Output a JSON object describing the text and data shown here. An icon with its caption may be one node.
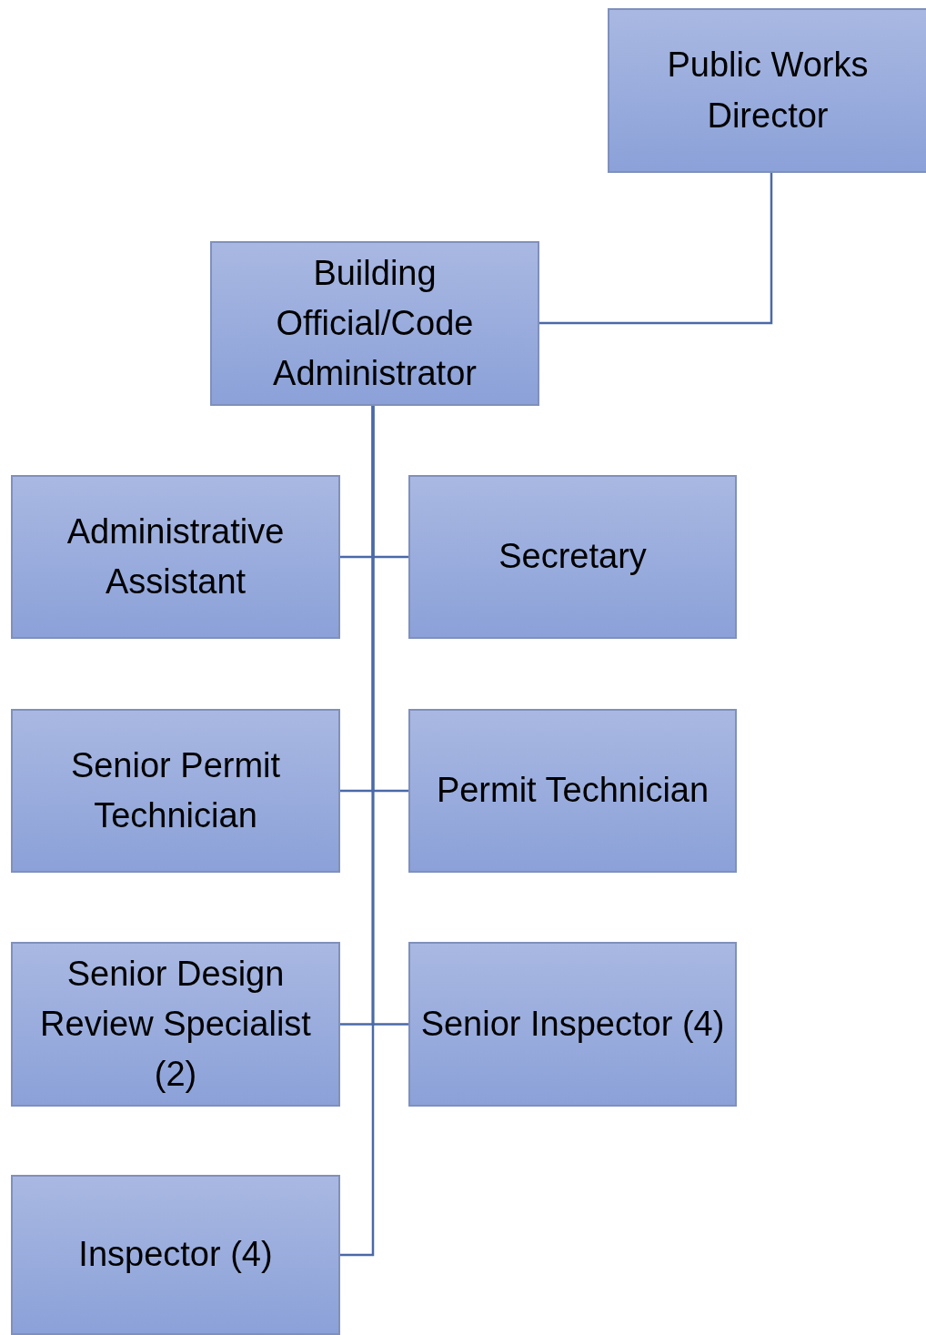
{
  "diagram": {
    "nodes": [
      {
        "text": [
          "Public Works Director"
        ]
      },
      {
        "text": [
          "Building Official/Code Administrator"
        ]
      },
      {
        "text": [
          "Administrative Assistant"
        ]
      },
      {
        "text": [
          "Secretary"
        ]
      },
      {
        "text": [
          "Senior Permit Technician"
        ]
      },
      {
        "text": [
          "Permit Technician"
        ]
      },
      {
        "text": [
          "Senior Design Review Specialist (2)"
        ]
      },
      {
        "text": [
          "Senior Inspector (4)"
        ]
      },
      {
        "text": [
          "Inspector (4)"
        ]
      }
    ],
    "edges": [
      {
        "from": 0,
        "to": 1,
        "arrow": "none"
      },
      {
        "from": 1,
        "to": 2,
        "arrow": "none"
      },
      {
        "from": 1,
        "to": 3,
        "arrow": "none"
      },
      {
        "from": 1,
        "to": 4,
        "arrow": "none"
      },
      {
        "from": 1,
        "to": 5,
        "arrow": "none"
      },
      {
        "from": 1,
        "to": 6,
        "arrow": "none"
      },
      {
        "from": 1,
        "to": 7,
        "arrow": "none"
      },
      {
        "from": 1,
        "to": 8,
        "arrow": "none"
      }
    ]
  }
}
